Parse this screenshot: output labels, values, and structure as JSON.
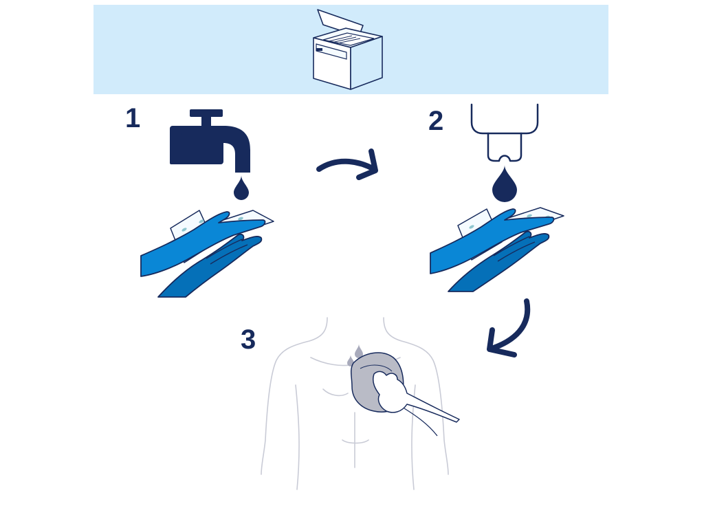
{
  "colors": {
    "navy": "#172a5c",
    "hand_blue": "#0a87d6",
    "hand_blue_dark": "#0570b8",
    "banner_bg": "#d1ebfb",
    "wipe_white": "#f5fbff",
    "leaf_teal": "#8fc6cf",
    "body_line": "#c9cbd6",
    "cloth_gray": "#b9bbc6",
    "drop_gray": "#a8aabb"
  },
  "steps": [
    {
      "number": "1",
      "icon": "water-tap-icon"
    },
    {
      "number": "2",
      "icon": "soap-dispenser-icon"
    },
    {
      "number": "3",
      "icon": "body-wash-icon"
    }
  ],
  "icons": {
    "banner": "wipes-box-icon",
    "arrow_1_2": "curved-arrow-right-icon",
    "arrow_2_3": "curved-arrow-down-left-icon"
  }
}
